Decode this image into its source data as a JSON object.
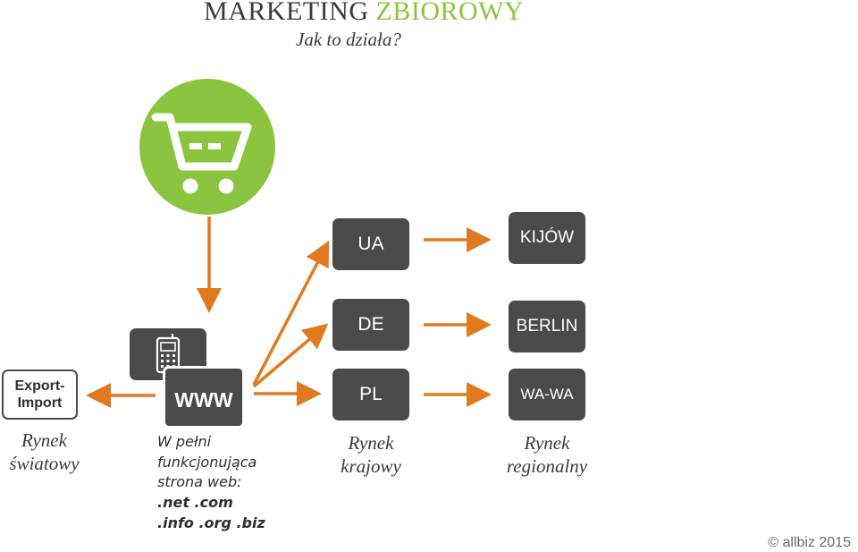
{
  "header": {
    "title_main": "MARKETING",
    "title_accent": "ZBIOROWY",
    "subtitle": "Jak to działa?"
  },
  "boxes": {
    "export_import": "Export-\nImport",
    "www": "WWW",
    "ua": "UA",
    "de": "DE",
    "pl": "PL",
    "kijow": "KIJÓW",
    "berlin": "BERLIN",
    "wawa": "WA-WA"
  },
  "labels": {
    "rynek_swiatowy": "Rynek\nświatowy",
    "web_line1": "W pełni",
    "web_line2": "funkcjonująca",
    "web_line3": "strona web:",
    "web_line4": ".net .com",
    "web_line5": ".info .org .biz",
    "rynek_krajowy": "Rynek\nkrajowy",
    "rynek_regionalny": "Rynek\nregionalny"
  },
  "footer": {
    "copyright": "© allbiz 2015"
  },
  "icons": {
    "cart": "shopping-cart-icon",
    "phone": "phone-icon"
  },
  "colors": {
    "green": "#8bc53f",
    "box": "#4a4a4a",
    "arrow": "#e07a1f"
  }
}
